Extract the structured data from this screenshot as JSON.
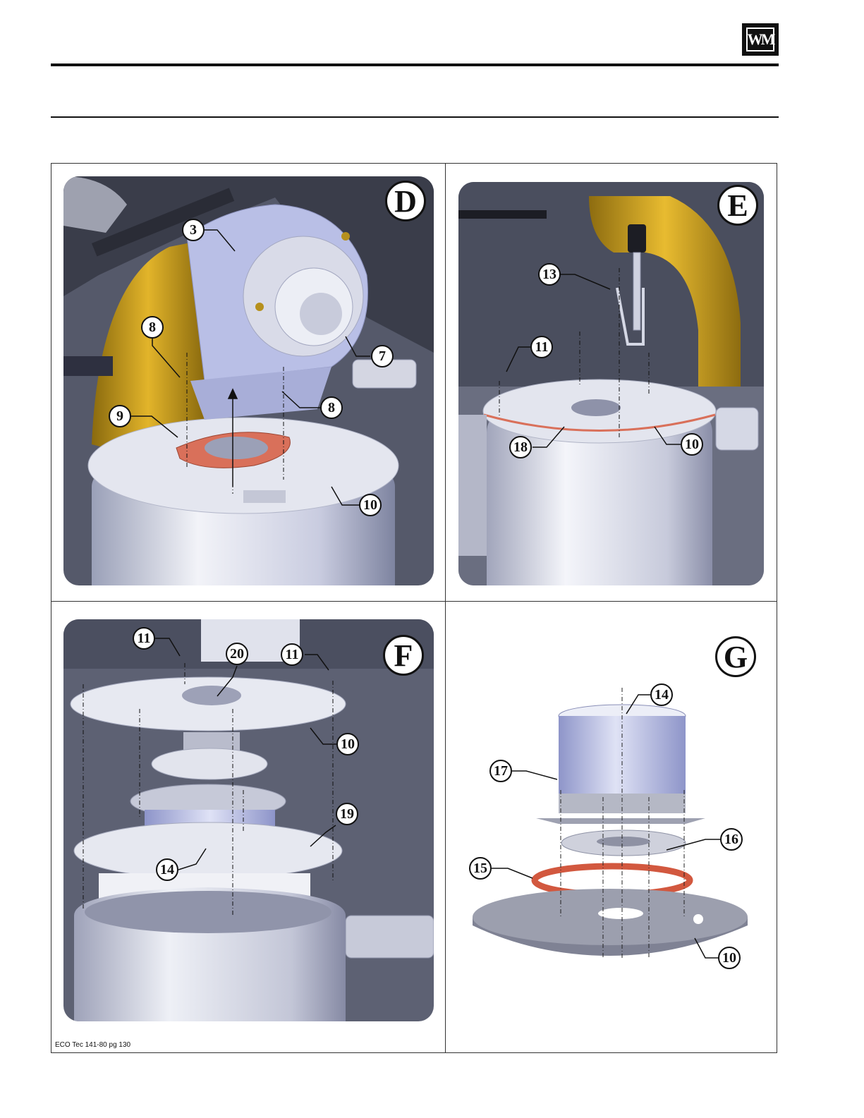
{
  "header": {
    "logo_text": "WM"
  },
  "panels": {
    "D": {
      "letter": "D",
      "callouts": [
        "3",
        "8",
        "7",
        "8",
        "9",
        "10"
      ]
    },
    "E": {
      "letter": "E",
      "callouts": [
        "13",
        "11",
        "18",
        "10"
      ]
    },
    "F": {
      "letter": "F",
      "callouts": [
        "11",
        "20",
        "11",
        "10",
        "19",
        "14"
      ]
    },
    "G": {
      "letter": "G",
      "callouts": [
        "14",
        "17",
        "16",
        "15",
        "10"
      ]
    }
  },
  "footer": {
    "text": "ECO Tec 141-80 pg 130"
  },
  "colors": {
    "gasket": "#d9705a",
    "yellow_pipe": "#d9a81a",
    "blower": "#b7bde6",
    "background_panel": "#5a5e70"
  }
}
